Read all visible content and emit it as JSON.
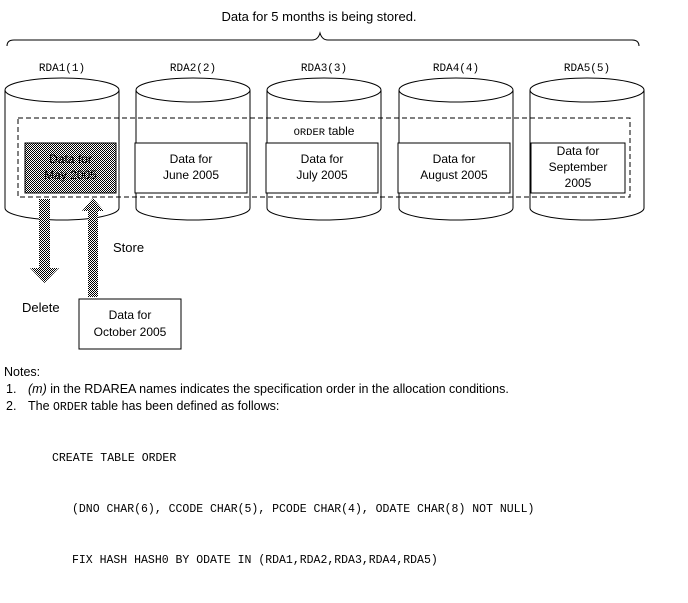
{
  "header": {
    "title": "Data for 5 months is being stored."
  },
  "rdareas": [
    {
      "label": "RDA1(1)",
      "data_line1": "Data for",
      "data_line2": "May 2005"
    },
    {
      "label": "RDA2(2)",
      "data_line1": "Data for",
      "data_line2": "June 2005"
    },
    {
      "label": "RDA3(3)",
      "data_line1": "Data for",
      "data_line2": "July 2005"
    },
    {
      "label": "RDA4(4)",
      "data_line1": "Data for",
      "data_line2": "August 2005"
    },
    {
      "label": "RDA5(5)",
      "data_line1": "Data for",
      "data_line2": "September",
      "data_line3": "2005"
    }
  ],
  "table_label": {
    "name": "ORDER",
    "suffix": " table"
  },
  "actions": {
    "store": "Store",
    "delete": "Delete"
  },
  "new_data": {
    "line1": "Data for",
    "line2": "October 2005"
  },
  "notes": {
    "heading": "Notes:",
    "item1": {
      "num": "1.",
      "var": "(m)",
      "text": " in the RDAREA names indicates the specification order in the allocation conditions."
    },
    "item2": {
      "num": "2.",
      "pre": "The ",
      "name": "ORDER",
      "post": " table has been defined as follows:"
    },
    "code": [
      "CREATE TABLE ORDER",
      "(DNO CHAR(6), CCODE CHAR(5), PCODE CHAR(4), ODATE CHAR(8) NOT NULL)",
      "FIX HASH HASH0 BY ODATE IN (RDA1,RDA2,RDA3,RDA4,RDA5)"
    ]
  }
}
